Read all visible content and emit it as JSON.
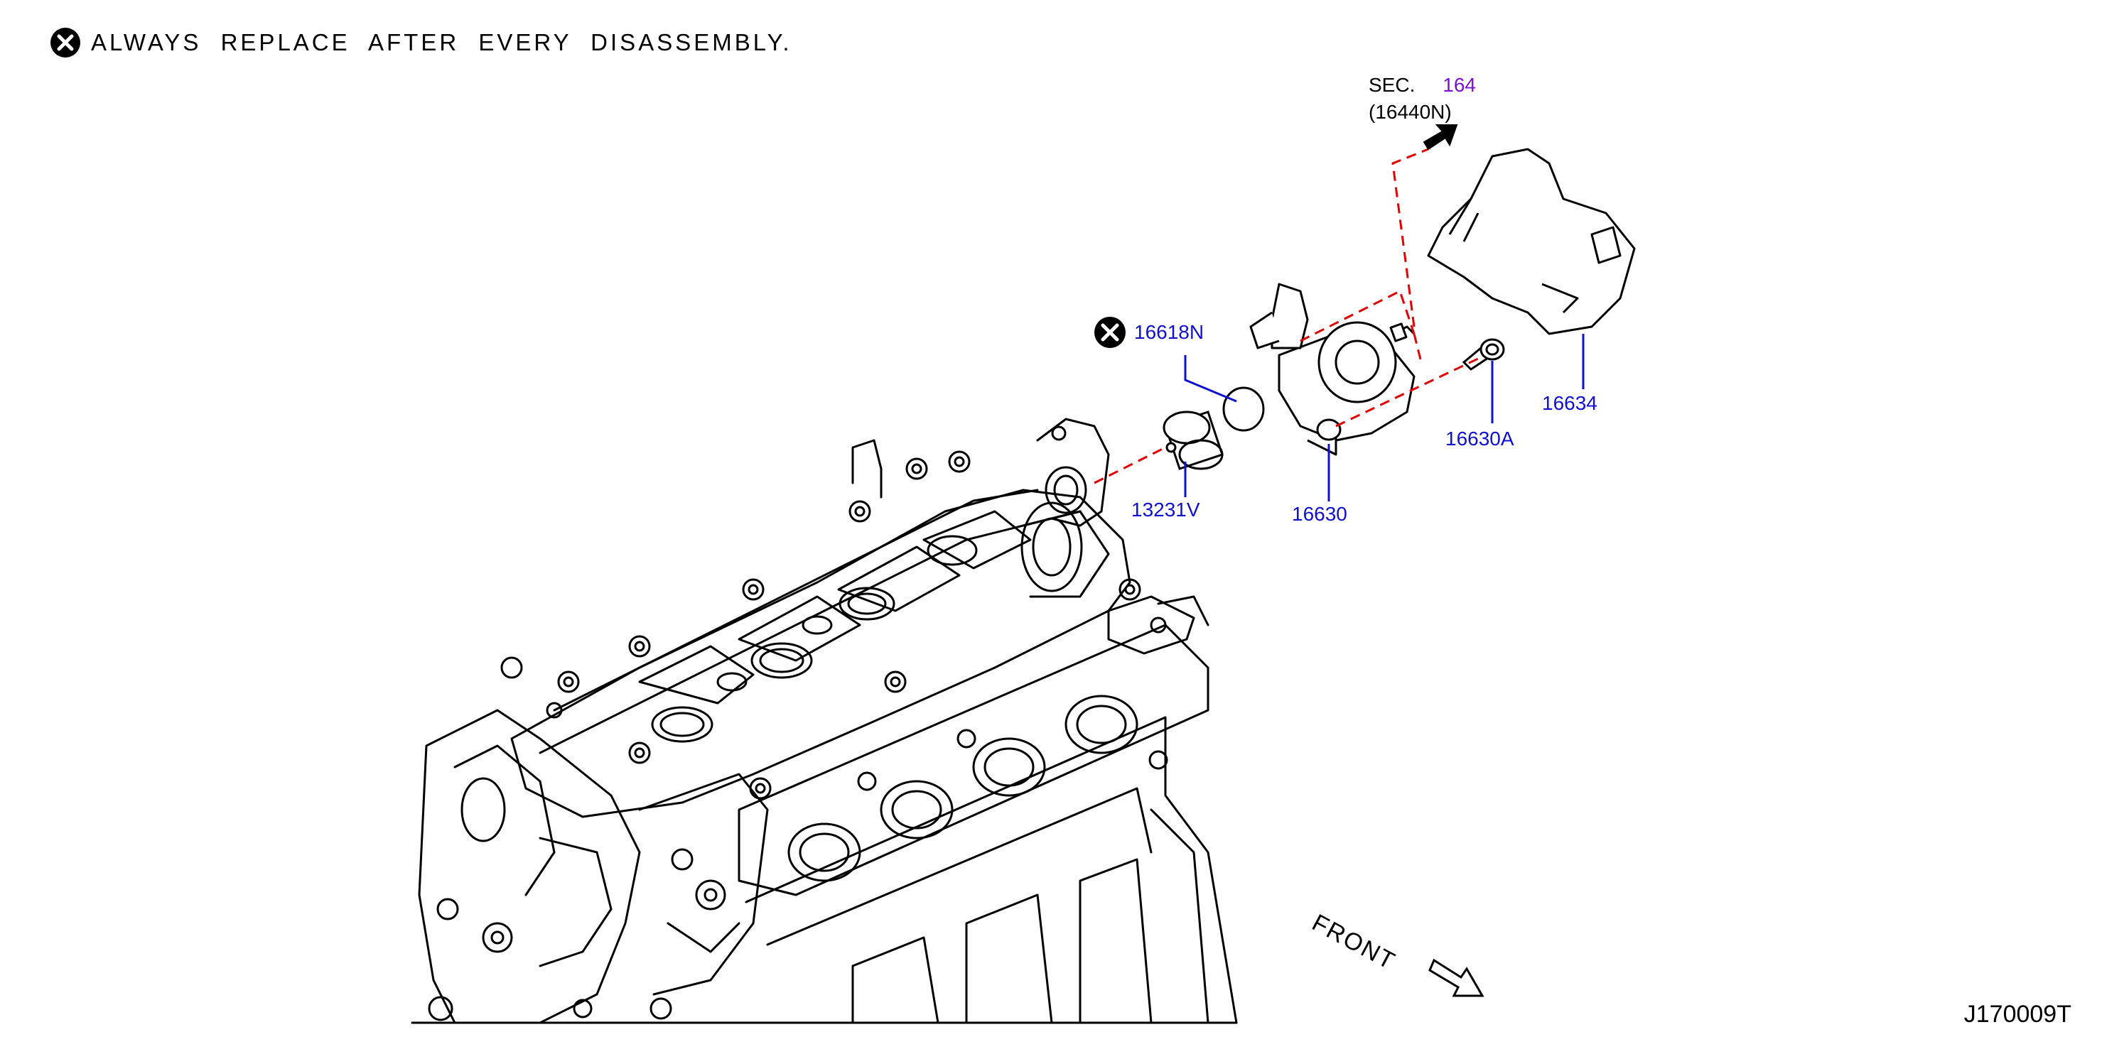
{
  "note": {
    "text": "ALWAYS REPLACE AFTER EVERY DISASSEMBLY.",
    "icon": "x-circle-icon"
  },
  "section_ref": {
    "prefix": "SEC.",
    "number": "164",
    "part": "(16440N)"
  },
  "parts": {
    "p16618N": "16618N",
    "p13231V": "13231V",
    "p16630": "16630",
    "p16630A": "16630A",
    "p16634": "16634"
  },
  "front_label": "FRONT",
  "diagram_code": "J170009T",
  "colors": {
    "callout": "#1010d0",
    "leader_dashed": "#e00000",
    "section_number": "#7a10d8",
    "line": "#000000"
  }
}
